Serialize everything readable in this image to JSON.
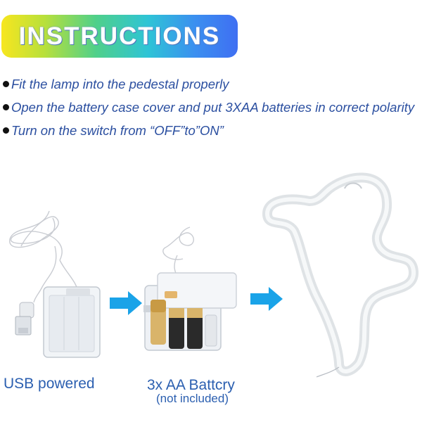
{
  "banner": {
    "title": "INSTRUCTIONS"
  },
  "steps": [
    {
      "text": "Fit the lamp into the pedestal properly"
    },
    {
      "text": "Open the battery case cover and put 3XAA batteries in correct polarity"
    },
    {
      "text": "Turn on the switch from “OFF”to”ON”"
    }
  ],
  "items": [
    {
      "caption": "USB powered",
      "subcaption": ""
    },
    {
      "caption": "3x AA Battcry",
      "subcaption": "(not included)"
    },
    {
      "caption": "",
      "subcaption": ""
    }
  ],
  "colors": {
    "accent": "#2b4fa0",
    "arrow": "#1aa3e8",
    "caption": "#2b5fb0"
  }
}
